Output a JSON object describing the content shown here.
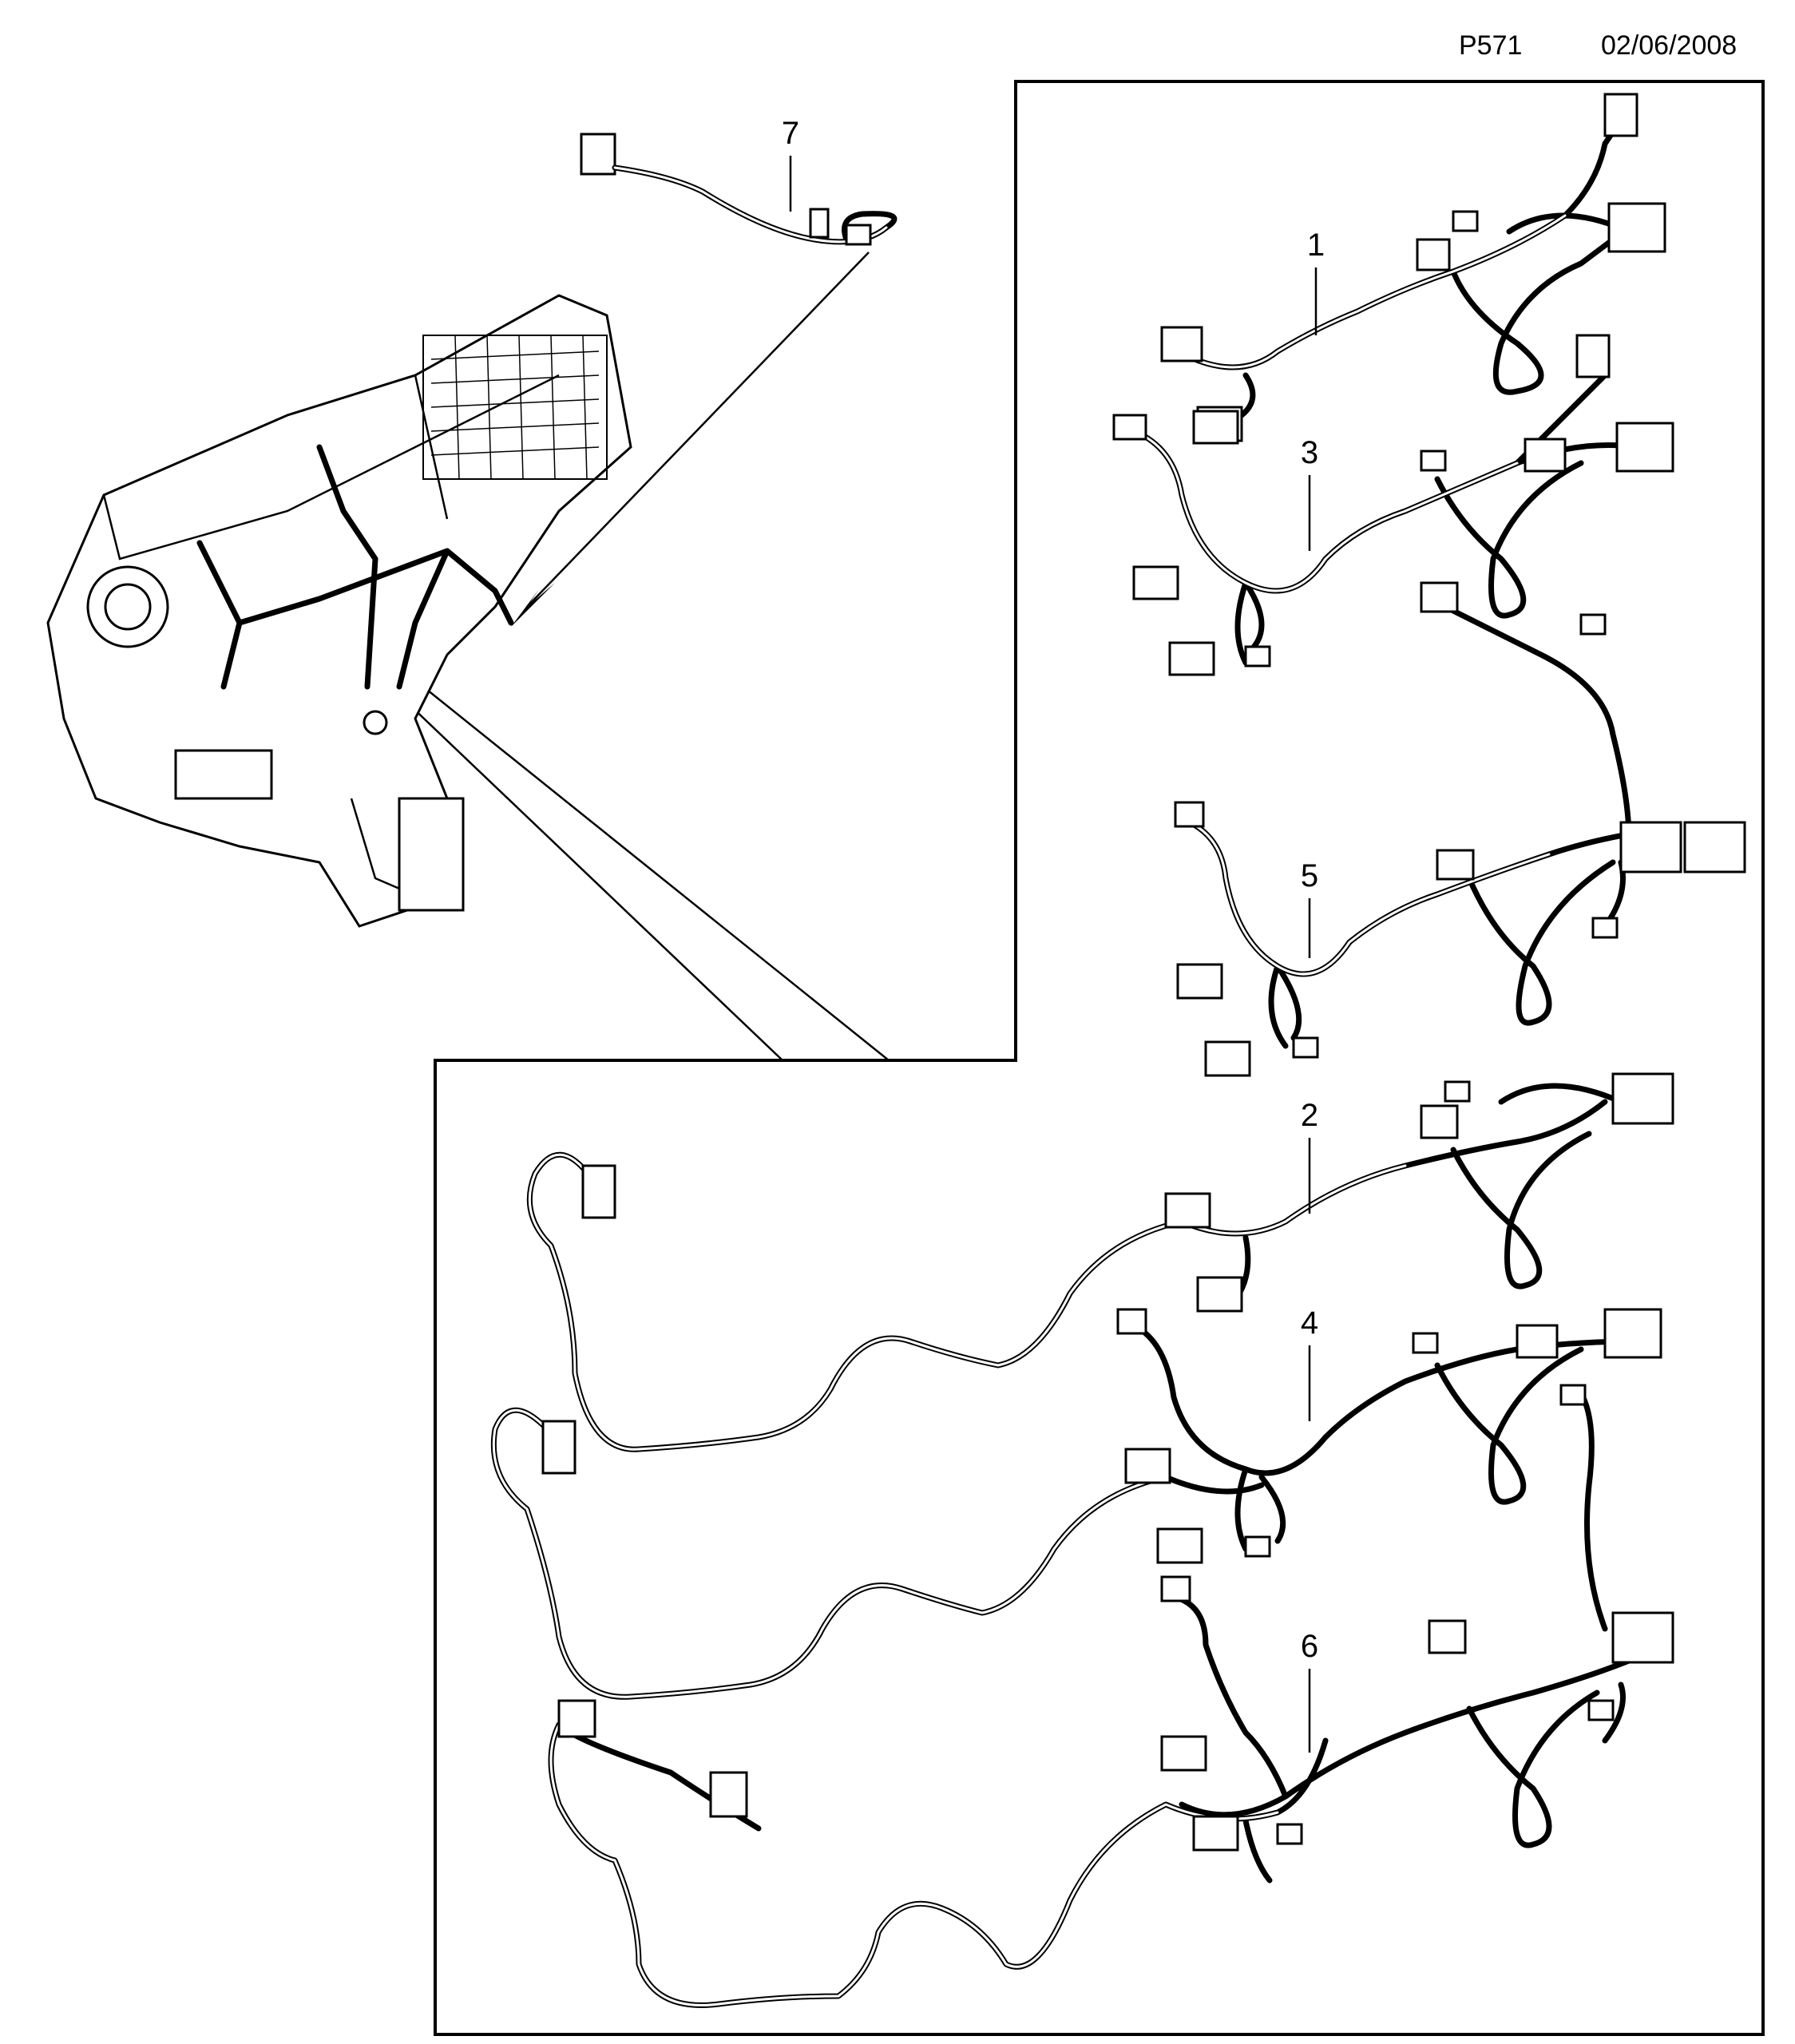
{
  "header": {
    "code": "P571",
    "date": "02/06/2008"
  },
  "callouts": [
    {
      "id": "7",
      "label": "7"
    },
    {
      "id": "1",
      "label": "1"
    },
    {
      "id": "3",
      "label": "3"
    },
    {
      "id": "5",
      "label": "5"
    },
    {
      "id": "2",
      "label": "2"
    },
    {
      "id": "4",
      "label": "4"
    },
    {
      "id": "6",
      "label": "6"
    }
  ]
}
